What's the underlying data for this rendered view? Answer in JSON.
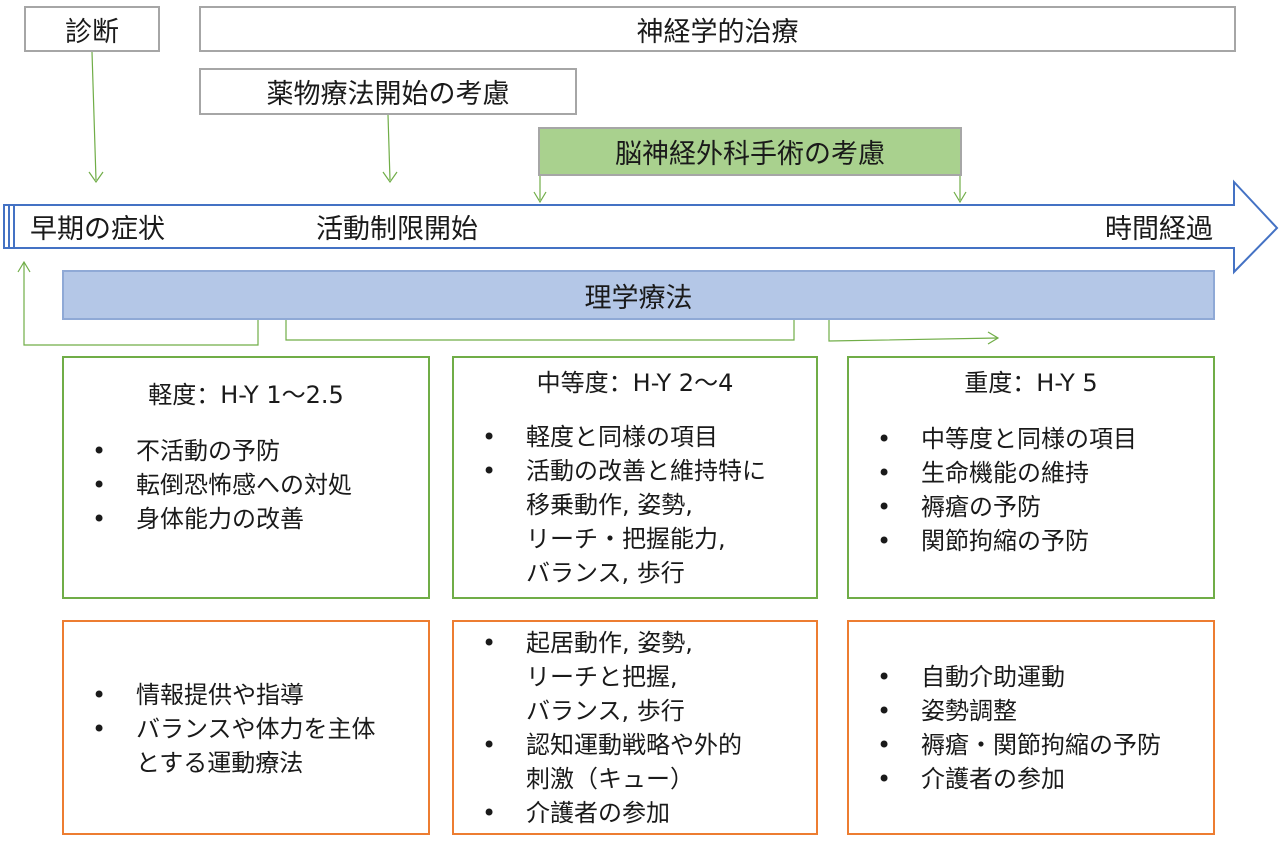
{
  "top": {
    "diagnosis": "診断",
    "neuro_treatment": "神経学的治療",
    "drug_therapy": "薬物療法開始の考慮",
    "surgery": "脳神経外科手術の考慮"
  },
  "timeline": {
    "early": "早期の症状",
    "activity_limit": "活動制限開始",
    "time_passage": "時間経過"
  },
  "physio": "理学療法",
  "stages": [
    {
      "title": "軽度：H-Y 1〜2.5",
      "goals": [
        "不活動の予防",
        "転倒恐怖感への対処",
        "身体能力の改善"
      ],
      "methods": [
        "情報提供や指導",
        "バランスや体力を主体\nとする運動療法"
      ]
    },
    {
      "title": "中等度：H-Y 2〜4",
      "goals": [
        "軽度と同様の項目",
        "活動の改善と維持特に\n移乗動作, 姿勢,\nリーチ・把握能力,\nバランス, 歩行"
      ],
      "methods": [
        "起居動作,  姿勢,\nリーチと把握,\nバランス,  歩行",
        "認知運動戦略や外的\n刺激（キュー）",
        "介護者の参加"
      ]
    },
    {
      "title": "重度：H-Y 5",
      "goals": [
        "中等度と同様の項目",
        "生命機能の維持",
        "褥瘡の予防",
        "関節拘縮の予防"
      ],
      "methods": [
        "自動介助運動",
        "姿勢調整",
        "褥瘡・関節拘縮の予防",
        "介護者の参加"
      ]
    }
  ],
  "colors": {
    "green_line": "#70ad47",
    "orange_line": "#ed7d31",
    "arrow_blue": "#4472c4",
    "surgery_fill": "#a9d18e",
    "physio_fill": "#b4c7e7"
  }
}
